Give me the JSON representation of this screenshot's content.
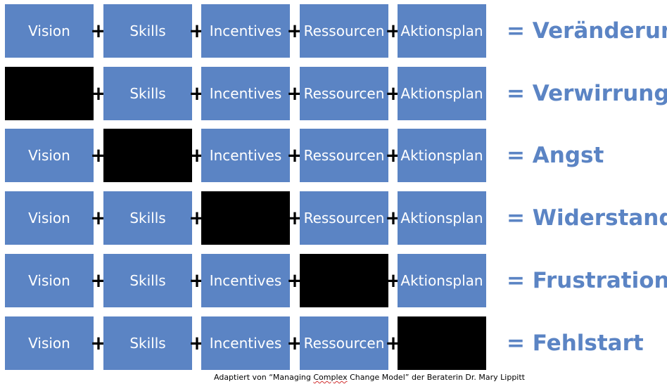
{
  "plus_sign": "+",
  "rows": [
    {
      "cells": [
        "Vision",
        "Skills",
        "Incentives",
        "Ressourcen",
        "Aktionsplan"
      ],
      "missing": -1,
      "result": "= Veränderung"
    },
    {
      "cells": [
        "",
        "Skills",
        "Incentives",
        "Ressourcen",
        "Aktionsplan"
      ],
      "missing": 0,
      "result": "= Verwirrung"
    },
    {
      "cells": [
        "Vision",
        "",
        "Incentives",
        "Ressourcen",
        "Aktionsplan"
      ],
      "missing": 1,
      "result": "= Angst"
    },
    {
      "cells": [
        "Vision",
        "Skills",
        "",
        "Ressourcen",
        "Aktionsplan"
      ],
      "missing": 2,
      "result": "= Widerstand"
    },
    {
      "cells": [
        "Vision",
        "Skills",
        "Incentives",
        "",
        "Aktionsplan"
      ],
      "missing": 3,
      "result": "= Frustration"
    },
    {
      "cells": [
        "Vision",
        "Skills",
        "Incentives",
        "Ressourcen",
        ""
      ],
      "missing": 4,
      "result": "= Fehlstart"
    }
  ],
  "footnote": {
    "before": "Adaptiert von “Managing ",
    "underlined": "Complex",
    "after": " Change Model” der Beraterin Dr. Mary Lippitt"
  },
  "colors": {
    "box": "#5b84c4",
    "missing_box": "#000000",
    "result_text": "#5b84c4",
    "plus": "#000000"
  }
}
